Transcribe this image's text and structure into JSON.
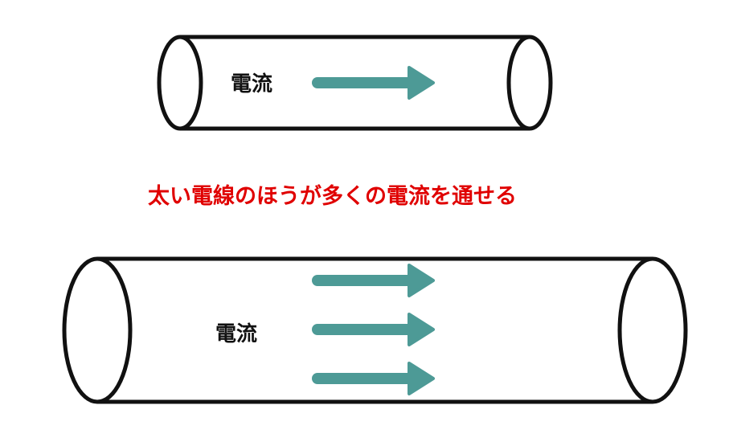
{
  "thin_wire": {
    "label": "電流",
    "arrow_count": 1
  },
  "caption": "太い電線のほうが多くの電流を通せる",
  "thick_wire": {
    "label": "電流",
    "arrow_count": 3
  },
  "colors": {
    "arrow": "#4d9a96",
    "caption": "#e00000",
    "outline": "#111111"
  }
}
